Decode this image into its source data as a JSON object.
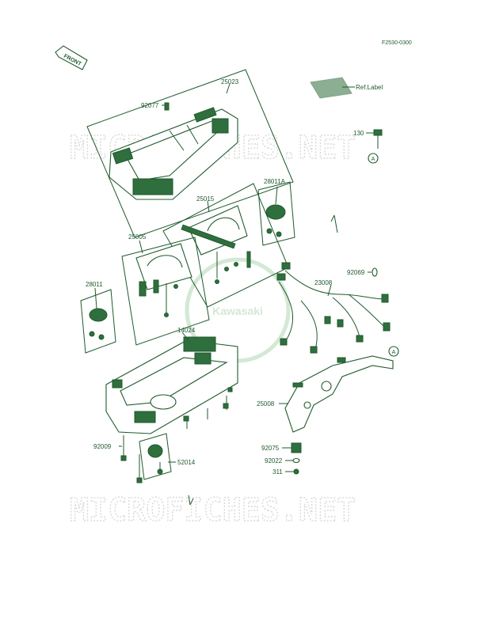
{
  "diagram_code": "F2530-0300",
  "front_label": "FRONT",
  "watermark": "MICROFICHES.NET",
  "logo_text": "Kawasaki",
  "ref_label": "Ref.Label",
  "ref_marker": "A",
  "callouts": {
    "p25023": "25023",
    "p92077": "92077",
    "p130": "130",
    "p28011A": "28011A",
    "p25015": "25015",
    "p25005": "25005",
    "p28011": "28011",
    "p92069": "92069",
    "p23008": "23008",
    "p14024": "14024",
    "p25008": "25008",
    "p92009": "92009",
    "p52014": "52014",
    "p92075": "92075",
    "p92022": "92022",
    "p311": "311"
  },
  "colors": {
    "line": "#1f5a2c",
    "watermark": "#d8d8d8"
  }
}
